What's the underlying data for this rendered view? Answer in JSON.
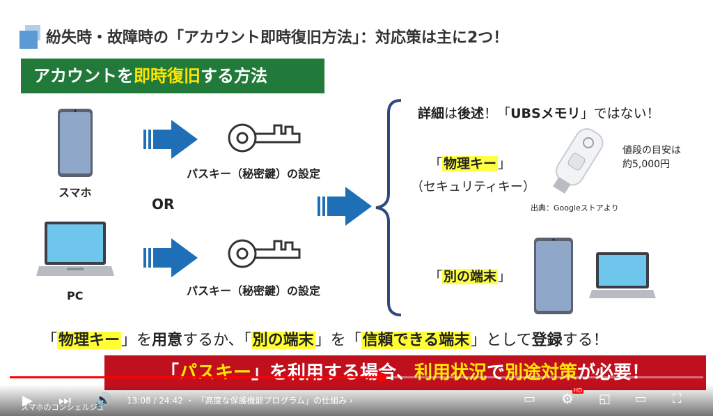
{
  "slide": {
    "title": "紛失時・故障時の「アカウント即時復旧方法」：対応策は主に2つ！",
    "banner_pre": "アカウントを",
    "banner_hl": "即時復旧",
    "banner_post": "する方法",
    "smartphone_label": "スマホ",
    "pc_label": "PC",
    "or_label": "OR",
    "passkey_label_1": "パスキー（秘密鍵）の設定",
    "passkey_label_2": "パスキー（秘密鍵）の設定",
    "detail_a": "詳細",
    "detail_b": "は",
    "detail_c": "後述",
    "detail_d": "！「",
    "detail_e": "UBSメモリ",
    "detail_f": "」ではない！",
    "physkey_open": "「",
    "physkey": "物理キー",
    "physkey_close": "」",
    "security_key": "（セキュリティキー）",
    "price_line1": "値段の目安は",
    "price_line2": "約5,000円",
    "source": "出典：Googleストアより",
    "other_open": "「",
    "other_device": "別の端末",
    "other_close": "」",
    "bottom": {
      "p1": "「",
      "h1": "物理キー",
      "p2": "」を",
      "b1": "用意",
      "p3": "するか、「",
      "h2": "別の端末",
      "p4": "」を「",
      "h3": "信頼できる端末",
      "p5": "」として",
      "b2": "登録",
      "p6": "する！"
    },
    "red": {
      "p1": "「",
      "h1": "パスキー",
      "p2": "」を利用する場合、",
      "h2": "利用状況",
      "p3": "で",
      "h3": "別途対策",
      "p4": "が必要！"
    }
  },
  "player": {
    "time": "13:08 / 24:42",
    "chapter": "・ 「高度な保護機能プログラム」の仕組み",
    "channel": "スマホのコンシェルジュ",
    "progress": 0.531,
    "icons": [
      "play-icon",
      "next-icon",
      "volume-icon",
      "subtitles-icon",
      "settings-icon",
      "miniplayer-icon",
      "theater-icon",
      "fullscreen-icon"
    ],
    "hd_badge": "HD"
  }
}
